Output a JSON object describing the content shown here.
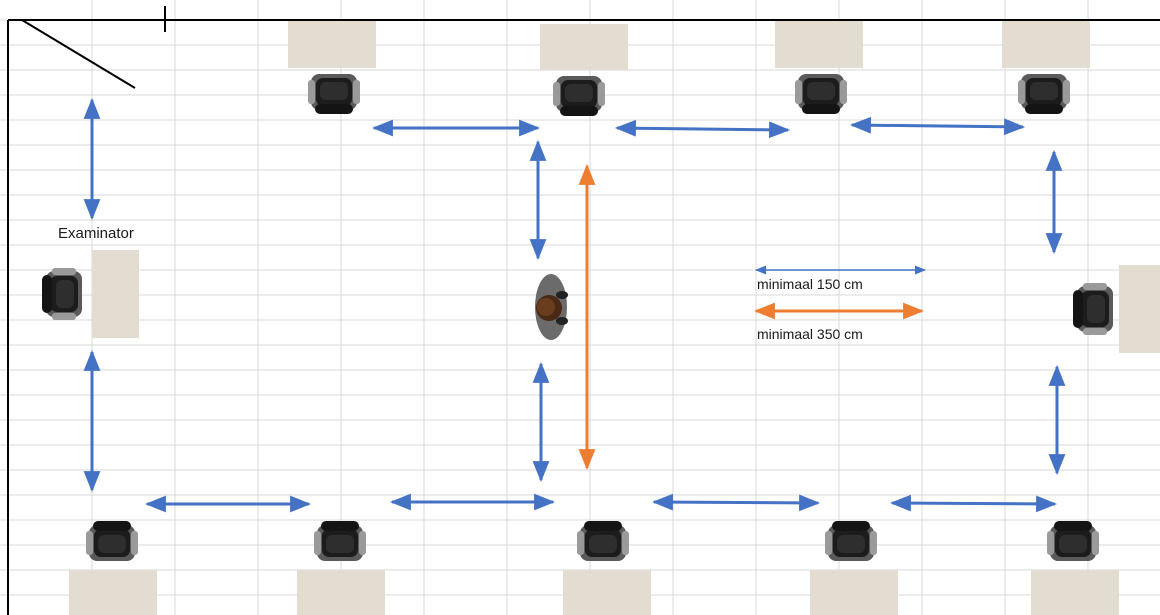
{
  "labels": {
    "examinator": "Examinator",
    "legend_blue": "minimaal 150 cm",
    "legend_orange": "minimaal 350 cm"
  },
  "colors": {
    "blue_arrow": "#4472C4",
    "orange_arrow": "#ED7D31",
    "desk": "#E2DCD1",
    "gridline": "#D9D9D9",
    "wall": "#000000"
  }
}
